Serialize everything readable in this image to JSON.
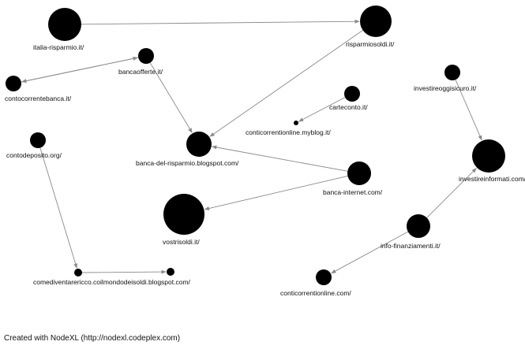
{
  "graph": {
    "nodes": [
      {
        "id": "italia",
        "label": "italia-risparmio.it/"
      },
      {
        "id": "rsoldi",
        "label": "risparmiosoldi.it/"
      },
      {
        "id": "bofferte",
        "label": "bancaofferte.it/"
      },
      {
        "id": "ccbanca",
        "label": "contocorrentebanca.it/"
      },
      {
        "id": "carteconto",
        "label": "carteconto.it/"
      },
      {
        "id": "ccmyblog",
        "label": "conticorrentionline.myblog.it/"
      },
      {
        "id": "investiresicuro",
        "label": "investireoggisicuro.it/"
      },
      {
        "id": "contodeposito",
        "label": "contodeposito.org/"
      },
      {
        "id": "bdelrisparmio",
        "label": "banca-del-risparmio.blogspot.com/"
      },
      {
        "id": "investireinformati",
        "label": "investireinformati.com/"
      },
      {
        "id": "binternet",
        "label": "banca-internet.com/"
      },
      {
        "id": "vostrisoldi",
        "label": "vostrisoldi.it/"
      },
      {
        "id": "infofin",
        "label": "info-finanziamenti.it/"
      },
      {
        "id": "comediventare",
        "label": "comediventarericco.coilmondodeisoldi.blogspot.com/"
      },
      {
        "id": "cconline",
        "label": "conticorrentionline.com/"
      }
    ],
    "edges": [
      {
        "source": "italia",
        "target": "rsoldi"
      },
      {
        "source": "ccbanca",
        "target": "bofferte"
      },
      {
        "source": "bofferte",
        "target": "ccbanca"
      },
      {
        "source": "bofferte",
        "target": "bdelrisparmio"
      },
      {
        "source": "rsoldi",
        "target": "bdelrisparmio"
      },
      {
        "source": "carteconto",
        "target": "ccmyblog"
      },
      {
        "source": "investiresicuro",
        "target": "investireinformati"
      },
      {
        "source": "binternet",
        "target": "bdelrisparmio"
      },
      {
        "source": "binternet",
        "target": "vostrisoldi"
      },
      {
        "source": "infofin",
        "target": "investireinformati"
      },
      {
        "source": "infofin",
        "target": "cconline"
      },
      {
        "source": "contodeposito",
        "target": "comediventare"
      }
    ]
  },
  "footer": {
    "text": "Created with NodeXL (http://nodexl.codeplex.com)"
  }
}
